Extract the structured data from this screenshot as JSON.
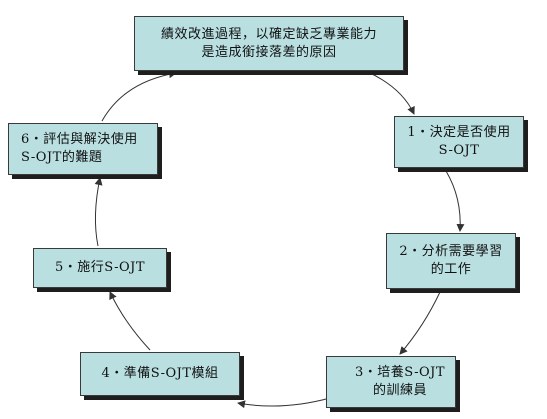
{
  "diagram": {
    "nodes": [
      {
        "id": "top",
        "lines": [
          "績效改進過程，以確定缺乏專業能力",
          "是造成銜接落差的原因"
        ]
      },
      {
        "id": "step1",
        "lines": [
          "1‧決定是否使用",
          "S-OJT"
        ]
      },
      {
        "id": "step2",
        "lines": [
          "2‧分析需要學習",
          "的工作"
        ]
      },
      {
        "id": "step3",
        "lines": [
          "3‧培養S-OJT",
          "的訓練員"
        ]
      },
      {
        "id": "step4",
        "lines": [
          "4‧準備S-OJT模組"
        ]
      },
      {
        "id": "step5",
        "lines": [
          "5‧施行S-OJT"
        ]
      },
      {
        "id": "step6",
        "lines": [
          "6‧評估與解決使用",
          "S-OJT的難題"
        ]
      }
    ],
    "cycle_order": [
      "top",
      "step1",
      "step2",
      "step3",
      "step4",
      "step5",
      "step6"
    ],
    "colors": {
      "box_fill": "#b9dfe1",
      "box_border": "#3a3a3a",
      "box_shadow": "#1e1e1e",
      "arrow": "#333333"
    }
  }
}
